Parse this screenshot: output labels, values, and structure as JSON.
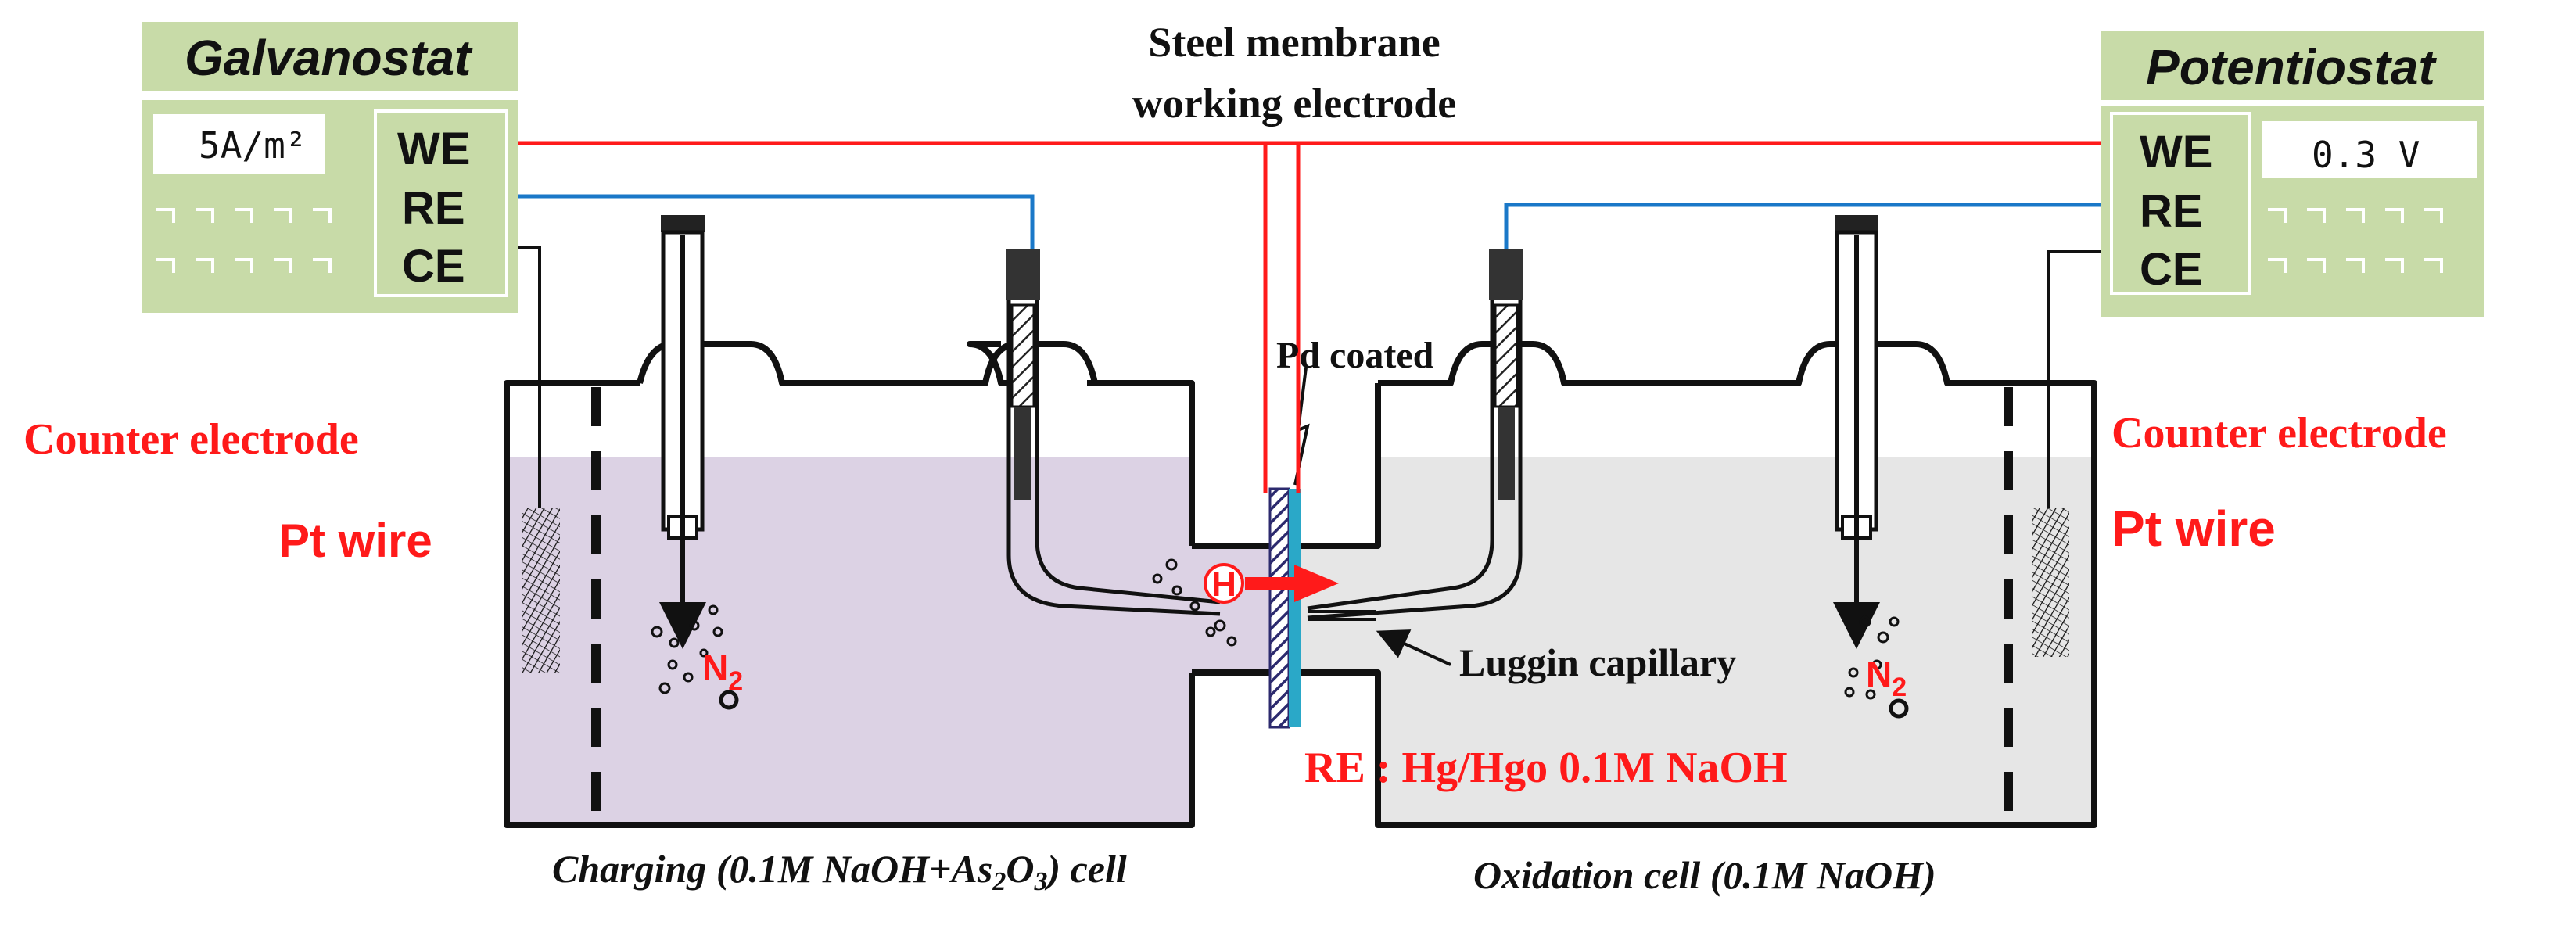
{
  "galvanostat": {
    "title": "Galvanostat",
    "display": "5A/m²",
    "we": "WE",
    "re": "RE",
    "ce": "CE"
  },
  "potentiostat": {
    "title": "Potentiostat",
    "display": "0.3 V",
    "we": "WE",
    "re": "RE",
    "ce": "CE"
  },
  "labels": {
    "membrane_line1": "Steel membrane",
    "membrane_line2": "working electrode",
    "pd_coated": "Pd coated",
    "counter_left": "Counter electrode",
    "pt_left": "Pt wire",
    "counter_right": "Counter electrode",
    "pt_right": "Pt wire",
    "luggin": "Luggin capillary",
    "re_label": "RE : Hg/Hgo 0.1M NaOH",
    "hydrogen": "H",
    "n2_left": "N",
    "n2_left_sub": "2",
    "n2_right": "N",
    "n2_right_sub": "2",
    "cell_left_a": "Charging (0.1M NaOH+As",
    "cell_left_sub1": "2",
    "cell_left_b": "O",
    "cell_left_sub2": "3",
    "cell_left_c": ") cell",
    "cell_right": "Oxidation cell (0.1M NaOH)"
  },
  "colors": {
    "panel_green": "#c8dba8",
    "left_solution": "#dcd2e4",
    "right_solution": "#e6e6e6",
    "we_wire": "#ff1a1a",
    "re_wire": "#1a78c8",
    "membrane": "#2aa8c8",
    "red_text": "#ff1a1a"
  }
}
